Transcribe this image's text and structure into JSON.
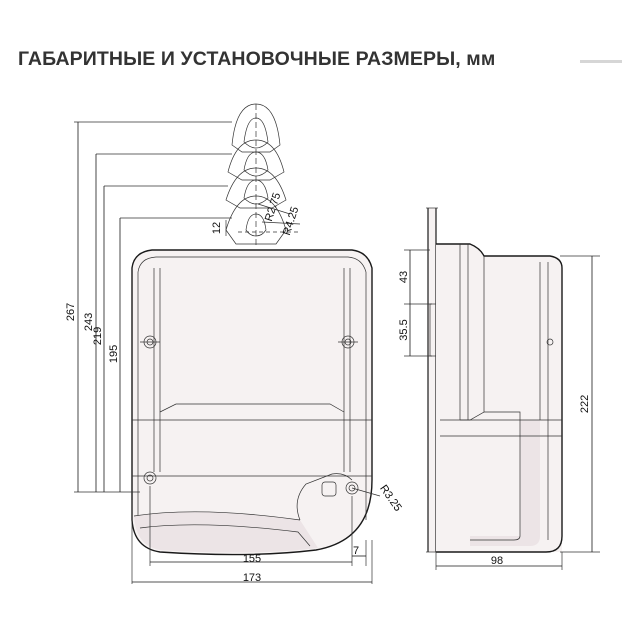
{
  "header": {
    "title": "ГАБАРИТНЫЕ И УСТАНОВОЧНЫЕ РАЗМЕРЫ, мм"
  },
  "front_view": {
    "height_dims": [
      "267",
      "243",
      "219",
      "195"
    ],
    "hook_width": "12",
    "radius_outer": "R2.75",
    "radius_inner": "R4.25",
    "radius_slot": "R3.25",
    "width_inner": "155",
    "width_total": "173",
    "offset_right": "7"
  },
  "side_view": {
    "dim_top": "43",
    "dim_mid": "35.5",
    "height": "222",
    "depth": "98"
  },
  "colors": {
    "title": "#333333",
    "lines": "#1a1a1a",
    "body_fill": "#f6f2f2"
  }
}
